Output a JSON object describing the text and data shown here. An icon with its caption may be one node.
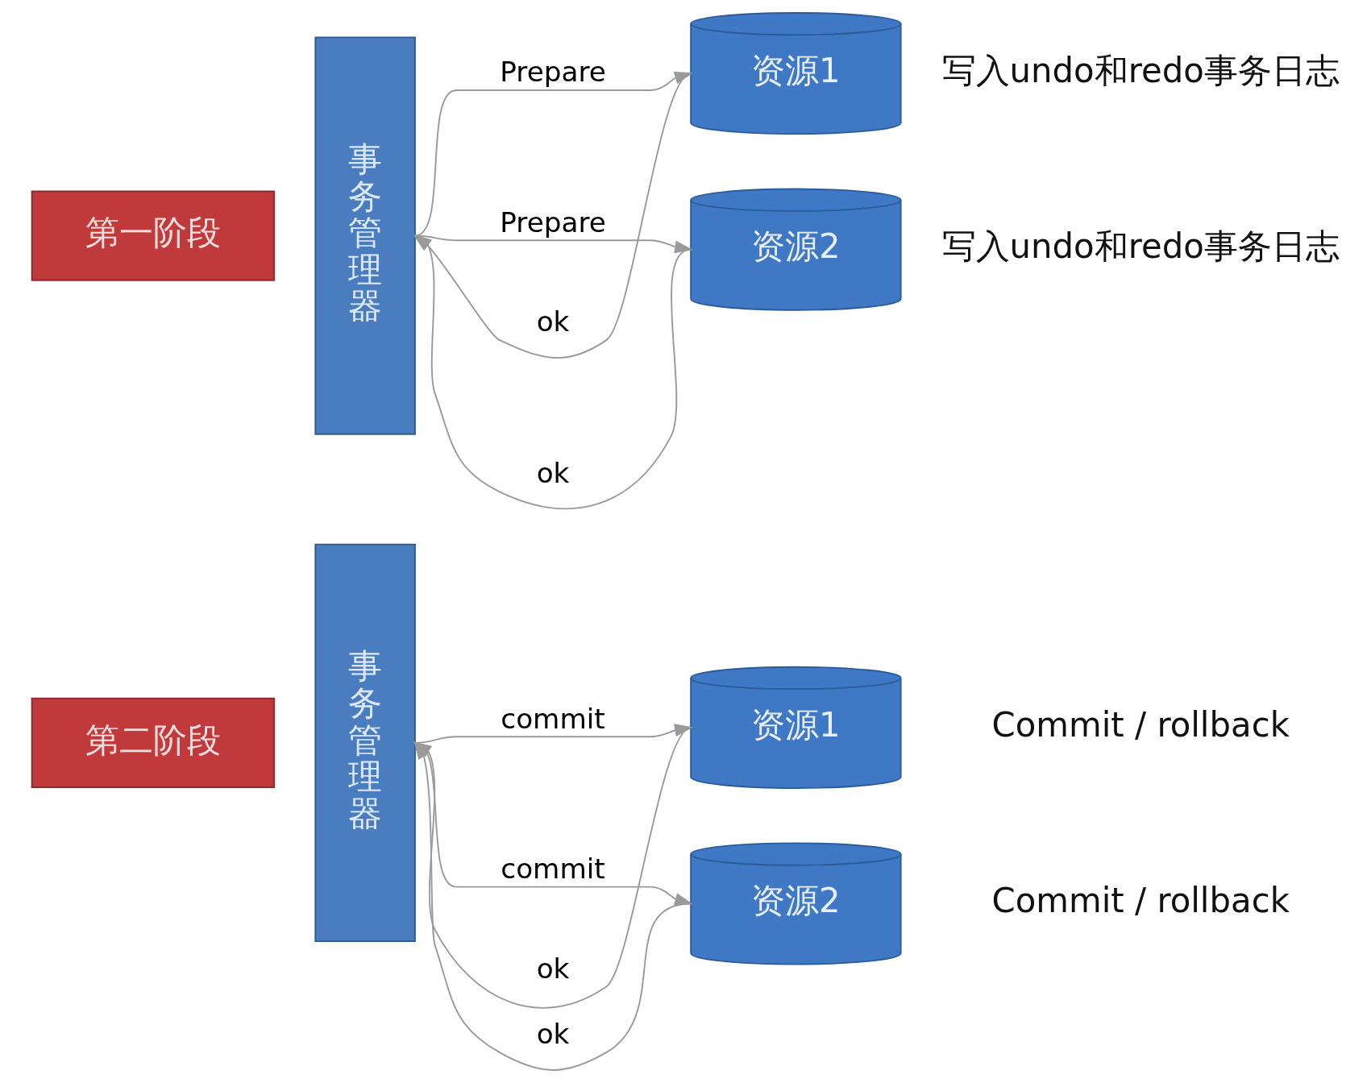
{
  "diagram": {
    "nodes": [
      {
        "text": [
          "第一阶段"
        ]
      },
      {
        "text": [
          "事务管理器"
        ]
      },
      {
        "text": [
          "资源1"
        ],
        "beside": [
          "写入undo和redo事务日志"
        ]
      },
      {
        "text": [
          "资源2"
        ],
        "beside": [
          "写入undo和redo事务日志"
        ]
      },
      {
        "text": [
          "第二阶段"
        ]
      },
      {
        "text": [
          "事务管理器"
        ]
      },
      {
        "text": [
          "资源1"
        ],
        "beside": [
          "Commit / rollback"
        ]
      },
      {
        "text": [
          "资源2"
        ],
        "beside": [
          "Commit / rollback"
        ]
      }
    ],
    "edges": [
      {
        "from": 1,
        "to": 2,
        "arrow": "to",
        "label": "Prepare"
      },
      {
        "from": 2,
        "to": 1,
        "arrow": "to",
        "label": "ok"
      },
      {
        "from": 1,
        "to": 3,
        "arrow": "to",
        "label": "Prepare"
      },
      {
        "from": 3,
        "to": 1,
        "arrow": "to",
        "label": "ok"
      },
      {
        "from": 5,
        "to": 6,
        "arrow": "to",
        "label": "commit"
      },
      {
        "from": 6,
        "to": 5,
        "arrow": "to",
        "label": "ok"
      },
      {
        "from": 5,
        "to": 7,
        "arrow": "to",
        "label": "commit"
      },
      {
        "from": 7,
        "to": 5,
        "arrow": "to",
        "label": "ok"
      }
    ]
  }
}
